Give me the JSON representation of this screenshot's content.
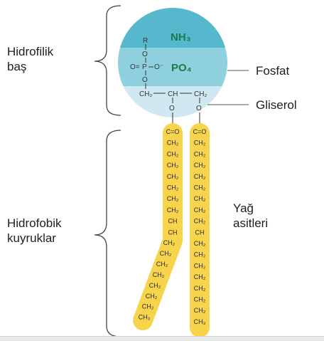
{
  "labels": {
    "hydrophilic_head": [
      "Hidrofilik",
      "baş"
    ],
    "hydrophobic_tails": [
      "Hidrofobik",
      "kuyruklar"
    ],
    "phosphate": "Fosfat",
    "glycerol": "Gliserol",
    "fatty_acids": [
      "Yağ",
      "asitleri"
    ]
  },
  "head": {
    "choline": "NH₃",
    "phosphate_group": "PO₄",
    "phosphate_atoms": {
      "r": "R",
      "o": "O",
      "o_double": "O=",
      "p": "P",
      "o_minus": "O⁻"
    },
    "glycerol_backbone": [
      "CH₂",
      "CH",
      "CH₂"
    ],
    "ester_oxygens": [
      "O",
      "O"
    ]
  },
  "tails": {
    "left": [
      "C=O",
      "CH₂",
      "CH₂",
      "CH₂",
      "CH₂",
      "CH₂",
      "CH₂",
      "CH₂",
      "CH",
      "CH",
      "CH₂",
      "CH₂",
      "CH₂",
      "CH₂",
      "CH₂",
      "CH₂",
      "CH₂",
      "CH₃"
    ],
    "right": [
      "C=O",
      "CH₂",
      "CH₂",
      "CH₂",
      "CH₂",
      "CH₂",
      "CH₂",
      "CH₂",
      "CH₂",
      "CH",
      "CH₂",
      "CH₂",
      "CH₂",
      "CH₂",
      "CH₂",
      "CH₂",
      "CH₂",
      "CH₃"
    ]
  },
  "colors": {
    "circle_top": "#55b8cd",
    "circle_middle": "#8fd0df",
    "circle_bottom": "#cfe8f1",
    "head_text": "#1c7a4a",
    "tail_fill": "#f7d44c",
    "leader_line": "#555555"
  }
}
